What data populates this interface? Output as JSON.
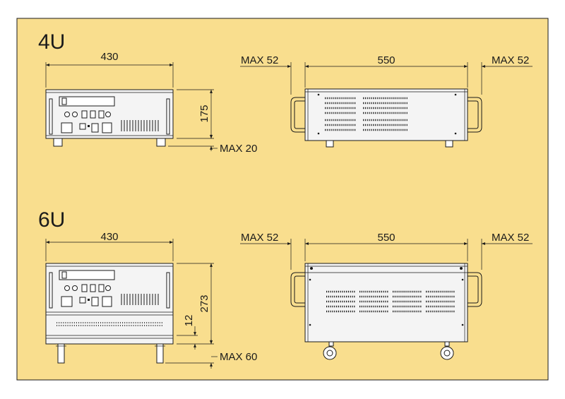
{
  "colors": {
    "background": "#f9de8e",
    "frame": "#1a1a1a",
    "chassis": "#f4f4f4"
  },
  "unit_4u": {
    "title": "4U",
    "front": {
      "width": "430",
      "height": "175",
      "foot": "MAX 20"
    },
    "side": {
      "depth": "550",
      "handle_left": "MAX 52",
      "handle_right": "MAX 52"
    }
  },
  "unit_6u": {
    "title": "6U",
    "front": {
      "width": "430",
      "height": "273",
      "base": "12",
      "foot": "MAX 60"
    },
    "side": {
      "depth": "550",
      "handle_left": "MAX 52",
      "handle_right": "MAX 52"
    }
  }
}
